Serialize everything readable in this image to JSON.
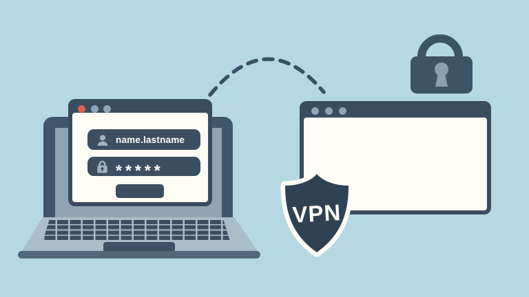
{
  "scene": {
    "background_color": "#b6d8e3",
    "primary_dark": "#3a4c5f"
  },
  "laptop_browser_window": {
    "window_dots": {
      "first": "#df5f4d",
      "second": "#8fa5b8",
      "third": "#8fa5b8"
    },
    "username_field": {
      "icon": "user-icon",
      "value": "name.lastname"
    },
    "password_field": {
      "icon": "lock-icon",
      "value": "*****"
    },
    "login_button_label": ""
  },
  "remote_browser_window": {
    "window_dots": {
      "first": "#8fa5b8",
      "second": "#8fa5b8",
      "third": "#8fa5b8"
    },
    "content": ""
  },
  "vpn_badge": {
    "label": "VPN",
    "fill": "#2f4254",
    "outline": "#fdfdf6"
  },
  "padlock": {
    "body_color": "#3d5366",
    "keyhole_color": "#8ba0b3"
  },
  "connection_arc": {
    "style": "dashed",
    "color": "#3a5267"
  }
}
